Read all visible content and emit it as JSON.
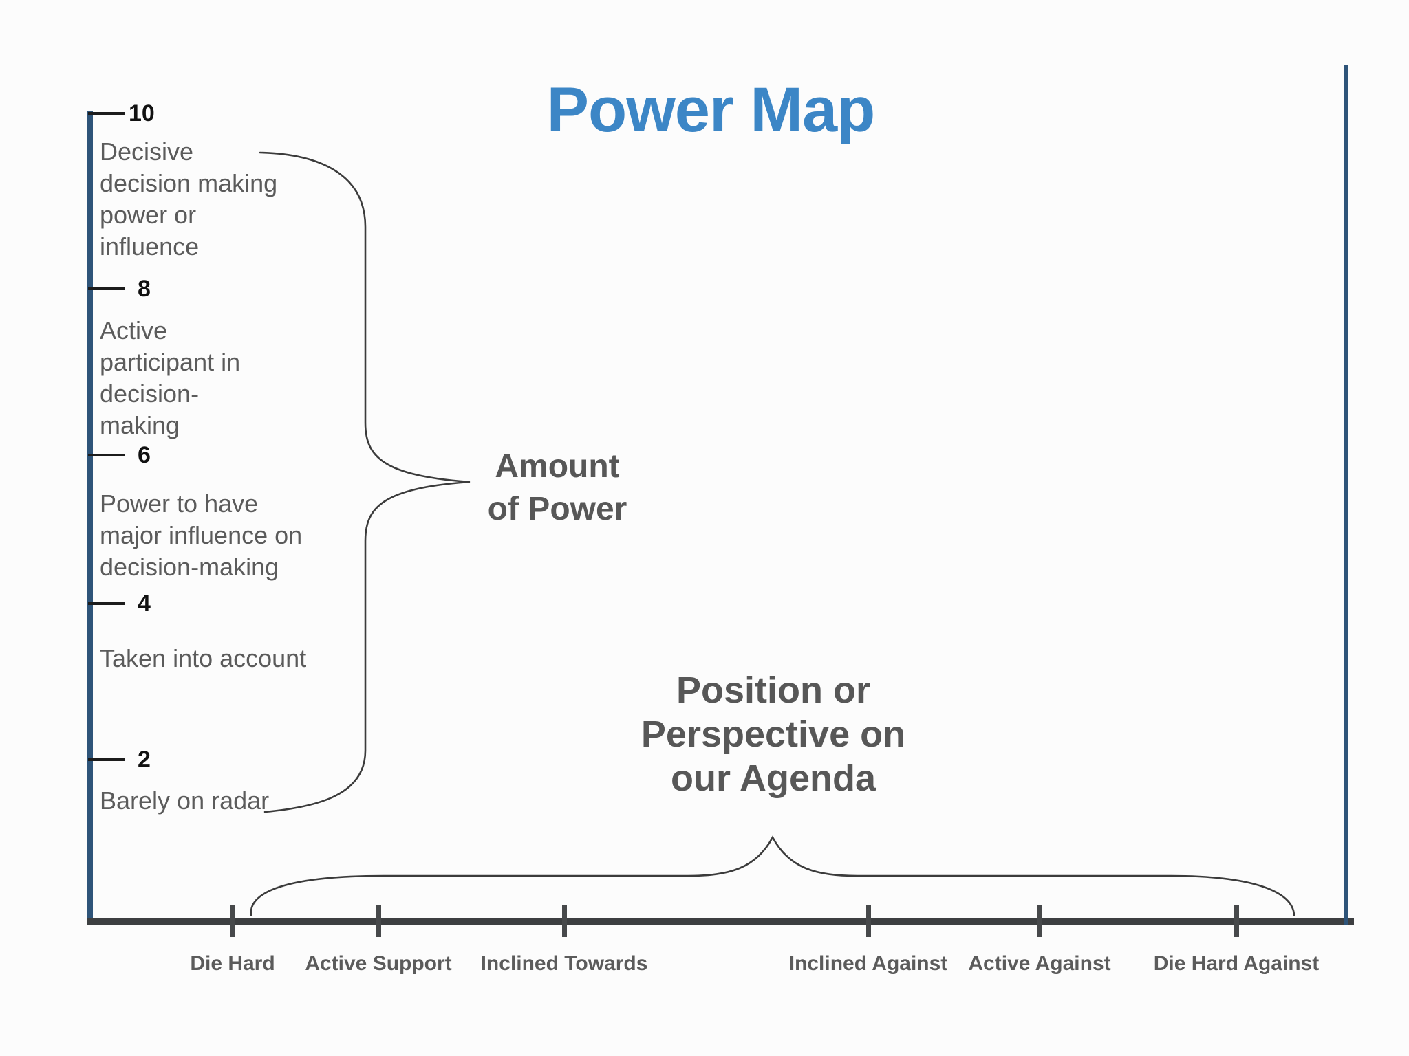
{
  "title": "Power Map",
  "colors": {
    "title_blue": "#3c86c6",
    "axis_blue": "#2e5479",
    "axis_gray": "#3d3f41",
    "text_gray": "#5b5b5b",
    "bold_gray": "#575757",
    "tick_black": "#111111"
  },
  "y_axis": {
    "concept": "Amount of Power",
    "label_lines": [
      "Amount",
      "of Power"
    ],
    "range": [
      0,
      10
    ],
    "ticks": [
      {
        "value": "10",
        "desc": "Decisive decision making power or influence",
        "desc_lines": [
          "Decisive",
          "decision making",
          "power or",
          "influence"
        ]
      },
      {
        "value": "8",
        "desc": "Active participant in decision-making",
        "desc_lines": [
          "Active",
          "participant in",
          "decision-",
          "making"
        ]
      },
      {
        "value": "6",
        "desc": "Power to have major influence on decision-making",
        "desc_lines": [
          "Power to have",
          "major influence on",
          "decision-making"
        ]
      },
      {
        "value": "4",
        "desc": "Taken into account",
        "desc_lines": [
          "Taken into account"
        ]
      },
      {
        "value": "2",
        "desc": "Barely on radar",
        "desc_lines": [
          "Barely on radar"
        ]
      }
    ]
  },
  "x_axis": {
    "concept": "Position or Perspective on our Agenda",
    "label_lines": [
      "Position or",
      "Perspective on",
      "our Agenda"
    ],
    "ticks": [
      {
        "label": "Die Hard"
      },
      {
        "label": "Active Support"
      },
      {
        "label": "Inclined Towards"
      },
      {
        "label": "Inclined Against"
      },
      {
        "label": "Active Against"
      },
      {
        "label": "Die Hard Against"
      }
    ]
  }
}
